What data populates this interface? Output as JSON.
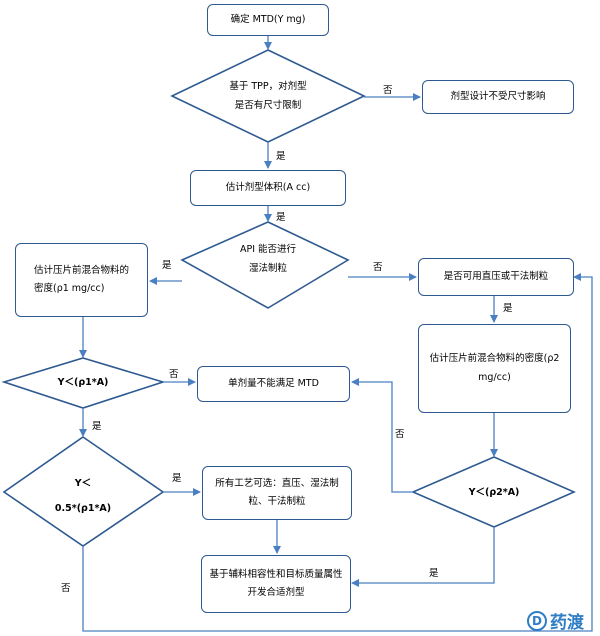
{
  "nodes": {
    "n1": "确定 MTD(Y mg)",
    "d1_line1": "基于 TPP，对剂型",
    "d1_line2": "是否有尺寸限制",
    "n2": "剂型设计不受尺寸影响",
    "n3": "估计剂型体积(A   cc)",
    "d2_line1": "API 能否进行",
    "d2_line2": "湿法制粒",
    "n4_line1": "估计压片前混合物料的",
    "n4_line2": "密度(ρ1  mg/cc)",
    "n5": "是否可用直压或干法制粒",
    "n6_line1": "估计压片前混合物料的密度(ρ2",
    "n6_line2": "mg/cc)",
    "d3": "Y＜(ρ1*A)",
    "n7": "单剂量不能满足 MTD",
    "d4_line1": "Y＜",
    "d4_line2": "0.5*(ρ1*A)",
    "n8_line1": "所有工艺可选：直压、湿法制",
    "n8_line2": "粒、干法制粒",
    "d5": "Y＜(ρ2*A)",
    "n9_line1": "基于辅料相容性和目标质量属性",
    "n9_line2": "开发合适剂型"
  },
  "edge_labels": {
    "d1_no": "否",
    "d1_yes": "是",
    "n3_yes": "是",
    "d2_yes": "是",
    "d2_no": "否",
    "n5_yes": "是",
    "d3_no": "否",
    "d3_yes": "是",
    "d4_yes": "是",
    "d4_no": "否",
    "d5_no": "否",
    "d5_yes": "是"
  },
  "logo": {
    "mark": "D",
    "text": "药渡"
  },
  "colors": {
    "stroke": "#2e5a91",
    "arrow": "#4a7fc1",
    "logo": "#2f7ec5"
  }
}
